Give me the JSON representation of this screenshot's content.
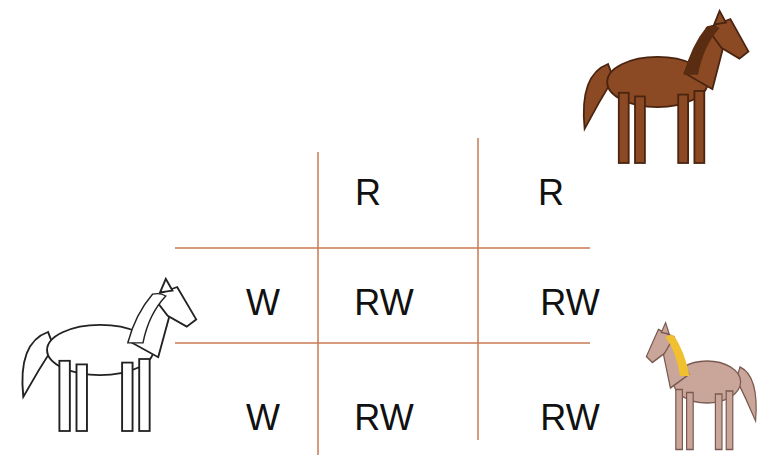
{
  "diagram": {
    "labels": [
      "R",
      "R",
      "W",
      "RW",
      "RW",
      "W",
      "RW",
      "RW"
    ]
  }
}
